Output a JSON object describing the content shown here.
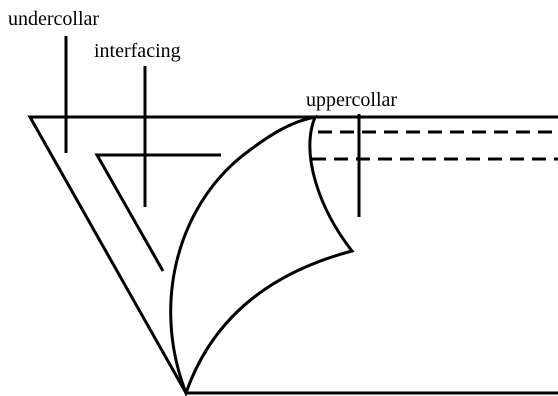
{
  "diagram": {
    "labels": {
      "undercollar": "undercollar",
      "interfacing": "interfacing",
      "uppercollar": "uppercollar"
    },
    "colors": {
      "ink": "#000000",
      "background": "#ffffff"
    }
  }
}
